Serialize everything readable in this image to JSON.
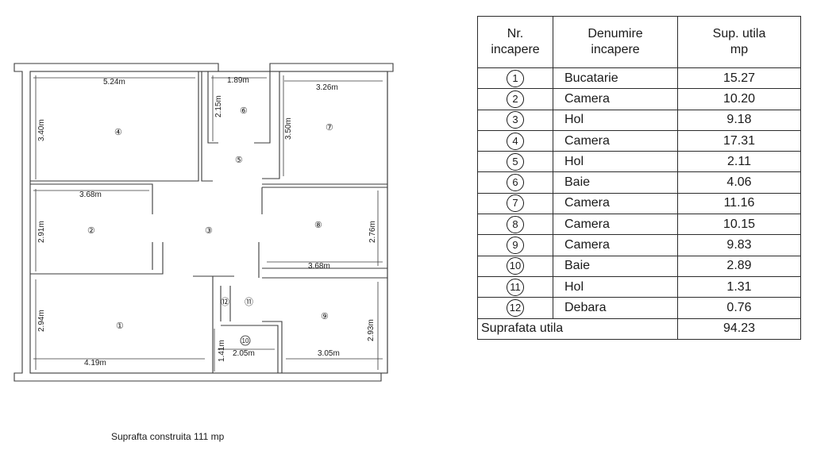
{
  "plan": {
    "dimensions": {
      "r4_w": "5.24m",
      "r4_h": "3.40m",
      "r6_w": "1.89m",
      "r6_h": "2.15m",
      "r7_w": "3.26m",
      "r7_h": "3.50m",
      "r2_w": "3.68m",
      "r2_h": "2.91m",
      "r8_w": "3.68m",
      "r8_h": "2.76m",
      "r1_w": "4.19m",
      "r1_h": "2.94m",
      "r9_w": "3.05m",
      "r9_h": "2.93m",
      "r10_w": "2.05m",
      "r10_h": "1.41m"
    },
    "room_numbers": {
      "n1": "①",
      "n2": "②",
      "n3": "③",
      "n4": "④",
      "n5": "⑤",
      "n6": "⑥",
      "n7": "⑦",
      "n8": "⑧",
      "n9": "⑨",
      "n10": "10",
      "n11": "⑪",
      "n12": "⑫"
    },
    "footer": "Suprafta construita 111 mp"
  },
  "table": {
    "headers": [
      "Nr.\nincapere",
      "Denumire\nincapere",
      "Sup. utila\nmp"
    ],
    "rows": [
      {
        "nr": "1",
        "name": "Bucatarie",
        "area": "15.27"
      },
      {
        "nr": "2",
        "name": "Camera",
        "area": "10.20"
      },
      {
        "nr": "3",
        "name": "Hol",
        "area": "9.18"
      },
      {
        "nr": "4",
        "name": "Camera",
        "area": "17.31"
      },
      {
        "nr": "5",
        "name": "Hol",
        "area": "2.11"
      },
      {
        "nr": "6",
        "name": "Baie",
        "area": "4.06"
      },
      {
        "nr": "7",
        "name": "Camera",
        "area": "11.16"
      },
      {
        "nr": "8",
        "name": "Camera",
        "area": "10.15"
      },
      {
        "nr": "9",
        "name": "Camera",
        "area": "9.83"
      },
      {
        "nr": "10",
        "name": "Baie",
        "area": "2.89"
      },
      {
        "nr": "11",
        "name": "Hol",
        "area": "1.31"
      },
      {
        "nr": "12",
        "name": "Debara",
        "area": "0.76"
      }
    ],
    "total_label": "Suprafata utila",
    "total_value": "94.23"
  }
}
